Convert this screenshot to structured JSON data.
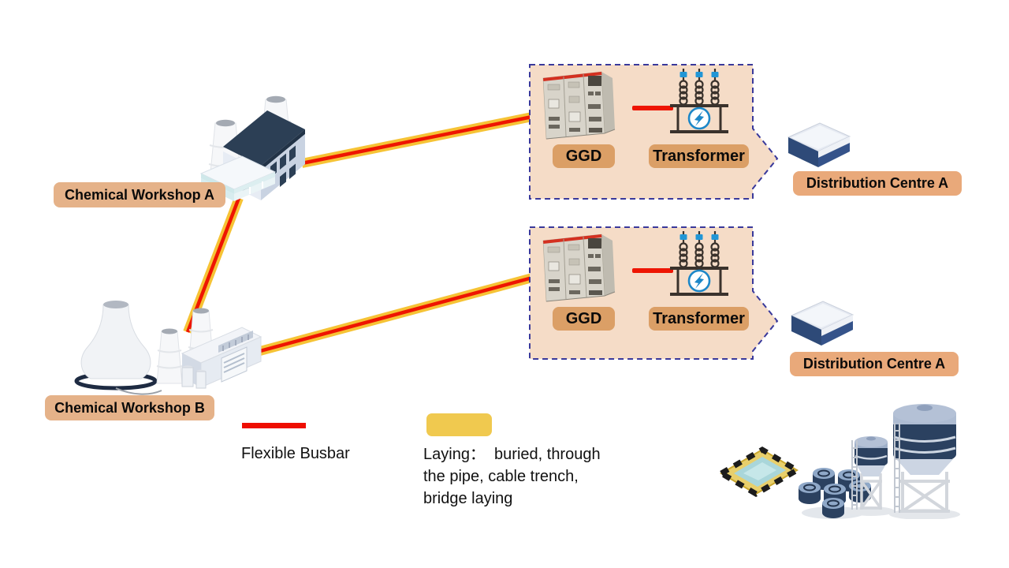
{
  "nodes": {
    "workshop_a": {
      "label": "Chemical Workshop A"
    },
    "workshop_b": {
      "label": "Chemical Workshop B"
    },
    "distribution_a_top": {
      "label": "Distribution Centre A"
    },
    "distribution_a_bottom": {
      "label": "Distribution Centre A"
    }
  },
  "panels": {
    "top": {
      "ggd": "GGD",
      "transformer": "Transformer"
    },
    "bottom": {
      "ggd": "GGD",
      "transformer": "Transformer"
    }
  },
  "legend": {
    "busbar": {
      "label": "Flexible Busbar",
      "color": "#ee1502"
    },
    "laying": {
      "swatch_color": "#f0c94f",
      "lines": [
        "Laying：  buried, through",
        "the pipe, cable trench,",
        "bridge laying"
      ]
    }
  },
  "connections": [
    {
      "from": "workshop-a",
      "to": "ggd-panel-top",
      "style": "flexible-busbar-in-laying"
    },
    {
      "from": "workshop-a",
      "to": "workshop-b",
      "style": "flexible-busbar-in-laying"
    },
    {
      "from": "workshop-b",
      "to": "ggd-panel-bottom",
      "style": "flexible-busbar-in-laying"
    }
  ],
  "icons": {
    "panel_equipment": [
      "ggd-cabinet-illustration",
      "transformer-icon"
    ],
    "scene": [
      "workshop-a-building",
      "workshop-b-plant",
      "distribution-box",
      "storage-tanks-and-pool"
    ]
  },
  "palette": {
    "panel_fill": "#f5dcc7",
    "panel_border": "#39399b",
    "label_bg_workshop": "#e5b289",
    "label_bg_panel": "#db9f66",
    "label_bg_distribution": "#e9a97a",
    "busbar_yellow": "#f6c335",
    "busbar_red": "#ee1502",
    "transformer_blue": "#1d87c8"
  }
}
